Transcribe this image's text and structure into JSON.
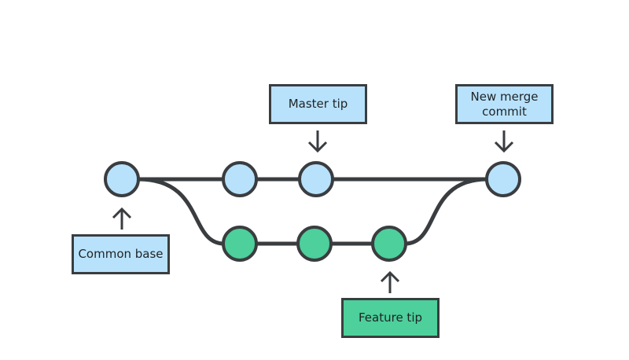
{
  "labels": {
    "master_tip": "Master tip",
    "merge_commit_line1": "New merge",
    "merge_commit_line2": "commit",
    "common_base": "Common base",
    "feature_tip": "Feature tip"
  },
  "colors": {
    "master_commit_fill": "#b8e2fb",
    "feature_commit_fill": "#4dd09b",
    "stroke": "#3a3d40",
    "background": "#ffffff"
  },
  "commits": {
    "master_branch": 4,
    "feature_branch": 3
  }
}
